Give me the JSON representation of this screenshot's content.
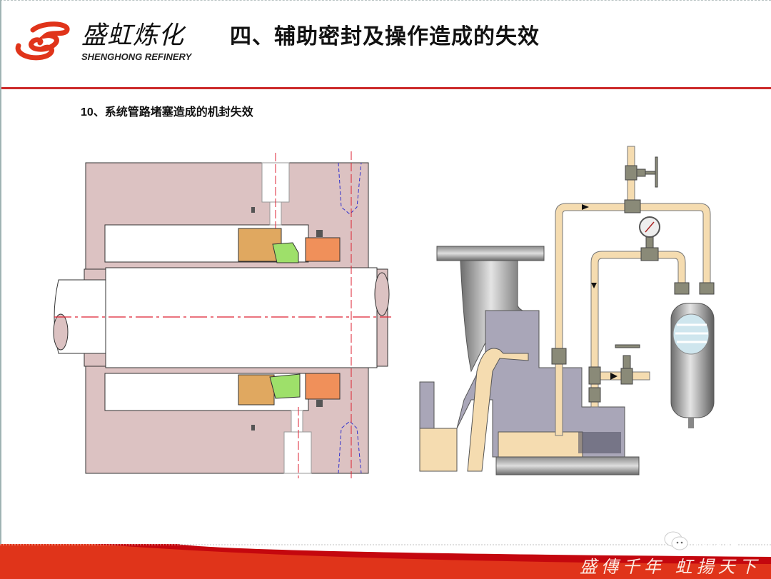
{
  "header": {
    "logo_cn": "盛虹炼化",
    "logo_en": "SHENGHONG REFINERY",
    "title": "四、辅助密封及操作造成的失效"
  },
  "content": {
    "subtitle": "10、系统管路堵塞造成的机封失效",
    "diagrams": [
      {
        "name": "mechanical-seal-cross-section"
      },
      {
        "name": "pump-seal-flush-piping-system"
      }
    ]
  },
  "footer": {
    "watermark": "泵友圈",
    "slogan": "盛傳千年 虹揚天下"
  },
  "colors": {
    "brand_red": "#e0341a",
    "rule_red": "#cc2a2a",
    "housing_pink": "#dcc2c2",
    "pipe_beige": "#f5dcb0",
    "casing_gray": "#a9a6b8"
  }
}
